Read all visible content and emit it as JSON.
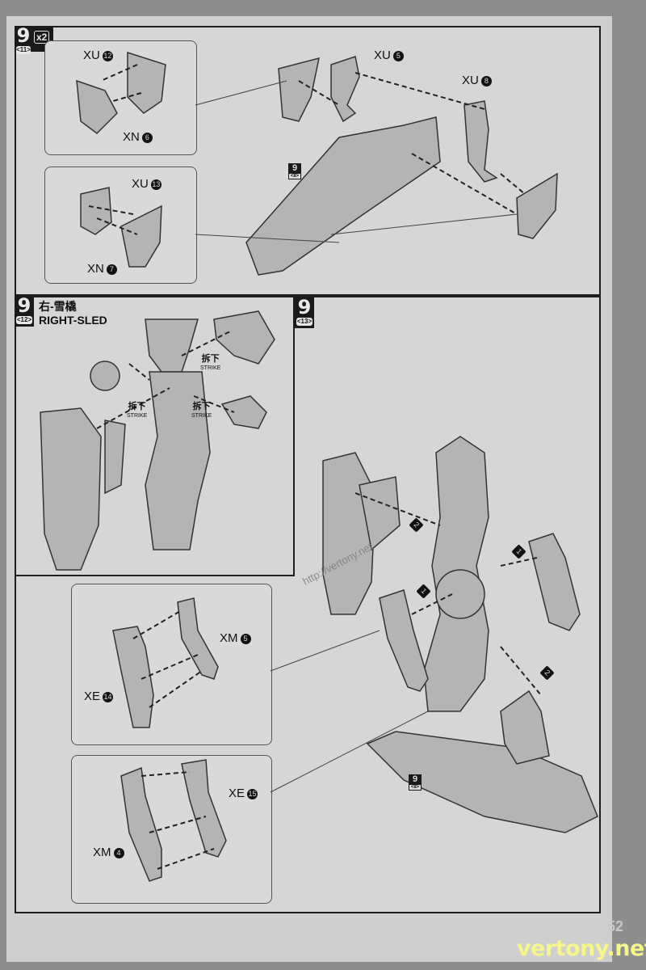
{
  "steps": {
    "top": {
      "number": "9",
      "sub": "<11>",
      "multiplier": "x2"
    },
    "middle_left": {
      "number": "9",
      "sub": "<12>",
      "title_cn": "右-雪橇",
      "title_en": "RIGHT-SLED"
    },
    "middle_right": {
      "number": "9",
      "sub": "<13>"
    }
  },
  "part_labels": {
    "xu12": {
      "code": "XU",
      "num": "12"
    },
    "xn6": {
      "code": "XN",
      "num": "6"
    },
    "xu13": {
      "code": "XU",
      "num": "13"
    },
    "xn7": {
      "code": "XN",
      "num": "7"
    },
    "xu5": {
      "code": "XU",
      "num": "5"
    },
    "xu8": {
      "code": "XU",
      "num": "8"
    },
    "xm5": {
      "code": "XM",
      "num": "5"
    },
    "xe14": {
      "code": "XE",
      "num": "14"
    },
    "xe15": {
      "code": "XE",
      "num": "15"
    },
    "xm4": {
      "code": "XM",
      "num": "4"
    }
  },
  "ref_tags": [
    {
      "number": "9",
      "sub": "<8>"
    },
    {
      "number": "9",
      "sub": "<8>"
    }
  ],
  "strike_labels": [
    {
      "cn": "拆下",
      "en": "STRIKE"
    },
    {
      "cn": "拆下",
      "en": "STRIKE"
    },
    {
      "cn": "拆下",
      "en": "STRIKE"
    }
  ],
  "order_markers": [
    "1",
    "2",
    "1",
    "2"
  ],
  "watermark_url": "http://vertony.net",
  "page_number": "52",
  "site_watermark": "vertony.net"
}
